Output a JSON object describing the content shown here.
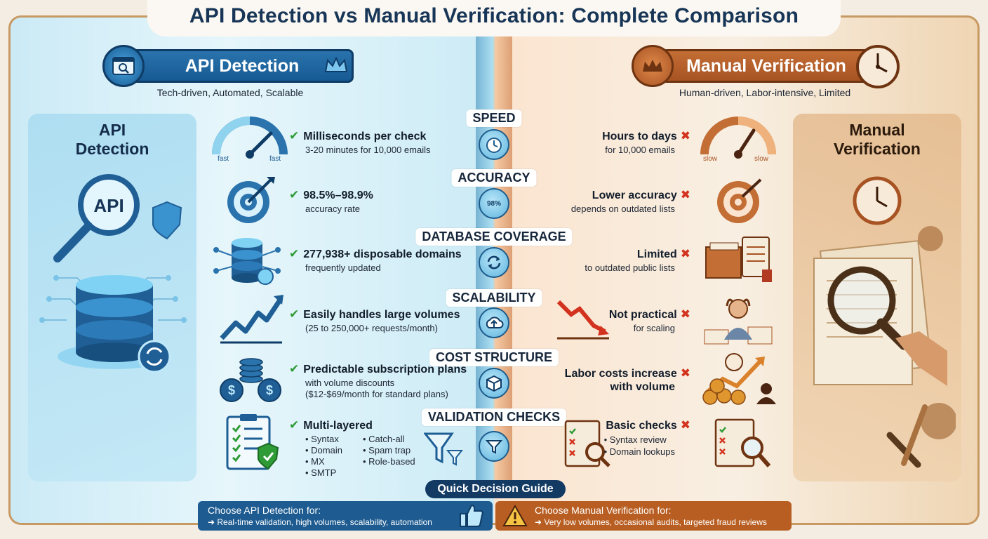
{
  "title": "API Detection vs Manual Verification: Complete Comparison",
  "colors": {
    "api_blue": "#1d5b90",
    "manual_orange": "#b85e22",
    "check_green": "#2e9b36",
    "cross_red": "#d2321e"
  },
  "api": {
    "banner": "API Detection",
    "subtitle": "Tech-driven, Automated, Scalable",
    "side_title_line1": "API",
    "side_title_line2": "Detection",
    "badge_text": "API",
    "gauge_left": "fast",
    "gauge_right": "fast"
  },
  "manual": {
    "banner": "Manual Verification",
    "subtitle": "Human-driven, Labor-intensive, Limited",
    "side_title_line1": "Manual",
    "side_title_line2": "Verification",
    "gauge_left": "slow",
    "gauge_right": "slow"
  },
  "sections": [
    {
      "heading": "SPEED",
      "api_main": "Milliseconds per check",
      "api_sub": "3-20 minutes for 10,000 emails",
      "manual_main": "Hours to days",
      "manual_sub": "for 10,000 emails"
    },
    {
      "heading": "ACCURACY",
      "mid_label": "98%",
      "api_main": "98.5%–98.9%",
      "api_sub": "accuracy rate",
      "manual_main": "Lower accuracy",
      "manual_sub": "depends on outdated lists"
    },
    {
      "heading": "DATABASE COVERAGE",
      "api_main": "277,938+ disposable domains",
      "api_sub": "frequently updated",
      "manual_main": "Limited",
      "manual_sub": "to outdated public lists"
    },
    {
      "heading": "SCALABILITY",
      "api_main": "Easily handles large volumes",
      "api_sub": "(25 to 250,000+ requests/month)",
      "manual_main": "Not practical",
      "manual_sub": "for scaling"
    },
    {
      "heading": "COST STRUCTURE",
      "api_main": "Predictable subscription plans",
      "api_sub": "with volume discounts",
      "api_sub2": "($12-$69/month for standard plans)",
      "manual_main": "Labor costs increase",
      "manual_sub": "with volume"
    },
    {
      "heading": "VALIDATION CHECKS",
      "api_main": "Multi-layered",
      "api_bullets": [
        "Syntax",
        "Catch-all",
        "Domain",
        "Spam trap",
        "MX",
        "Role-based",
        "SMTP"
      ],
      "manual_main": "Basic checks",
      "manual_bullets": [
        "Syntax review",
        "Domain lookups"
      ]
    }
  ],
  "guide": {
    "label": "Quick Decision Guide",
    "api_head": "Choose API Detection for:",
    "api_text": "➜ Real-time validation, high volumes, scalability, automation",
    "manual_head": "Choose Manual Verification for:",
    "manual_text": "➜ Very low volumes, occasional audits, targeted fraud reviews"
  }
}
